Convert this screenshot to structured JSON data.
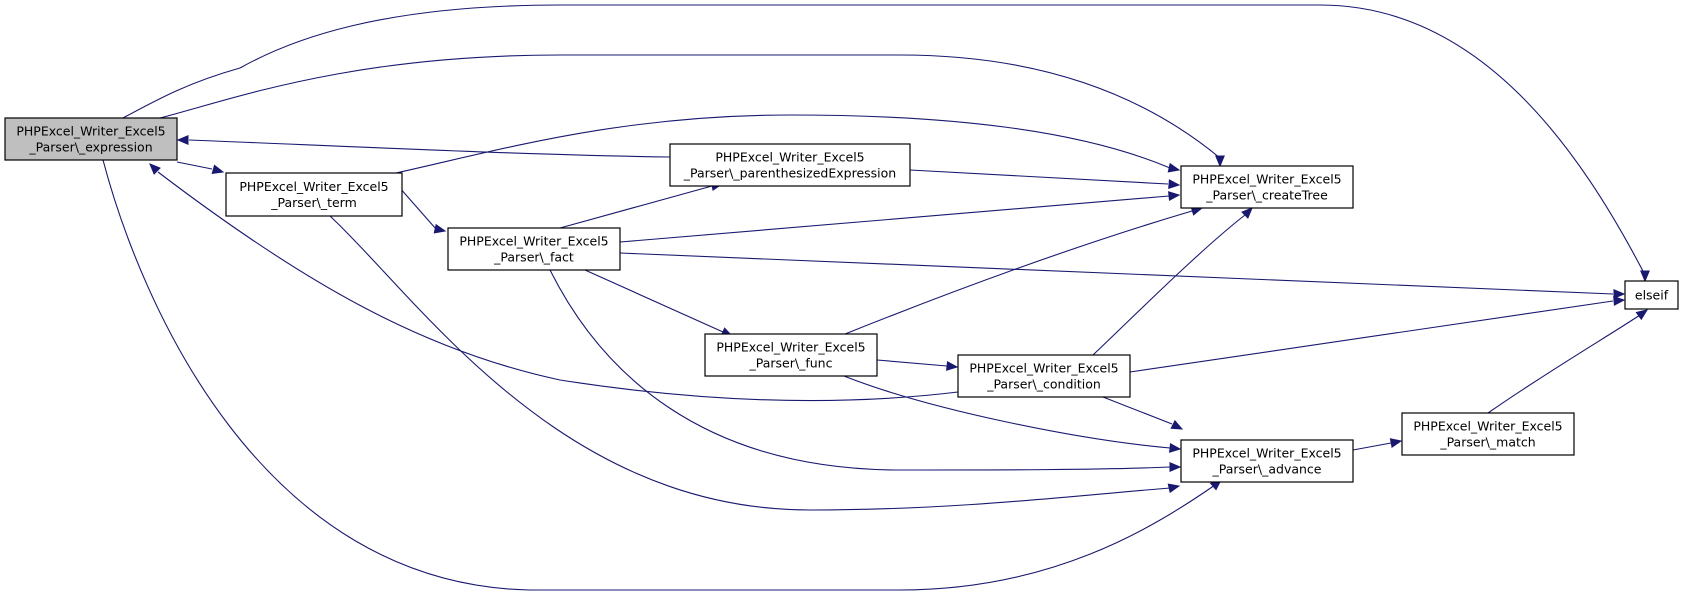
{
  "nodes": [
    {
      "id": "expression",
      "lines": [
        "PHPExcel_Writer_Excel5",
        "_Parser\\_expression"
      ],
      "highlighted": true
    },
    {
      "id": "term",
      "lines": [
        "PHPExcel_Writer_Excel5",
        "_Parser\\_term"
      ]
    },
    {
      "id": "parenthesized",
      "lines": [
        "PHPExcel_Writer_Excel5",
        "_Parser\\_parenthesizedExpression"
      ]
    },
    {
      "id": "fact",
      "lines": [
        "PHPExcel_Writer_Excel5",
        "_Parser\\_fact"
      ]
    },
    {
      "id": "createTree",
      "lines": [
        "PHPExcel_Writer_Excel5",
        "_Parser\\_createTree"
      ]
    },
    {
      "id": "func",
      "lines": [
        "PHPExcel_Writer_Excel5",
        "_Parser\\_func"
      ]
    },
    {
      "id": "condition",
      "lines": [
        "PHPExcel_Writer_Excel5",
        "_Parser\\_condition"
      ]
    },
    {
      "id": "advance",
      "lines": [
        "PHPExcel_Writer_Excel5",
        "_Parser\\_advance"
      ]
    },
    {
      "id": "match",
      "lines": [
        "PHPExcel_Writer_Excel5",
        "_Parser\\_match"
      ]
    },
    {
      "id": "elseif",
      "lines": [
        "elseif"
      ]
    }
  ],
  "edges": [
    {
      "from": "expression",
      "to": "elseif"
    },
    {
      "from": "expression",
      "to": "createTree"
    },
    {
      "from": "expression",
      "to": "term"
    },
    {
      "from": "expression",
      "to": "advance"
    },
    {
      "from": "term",
      "to": "createTree"
    },
    {
      "from": "term",
      "to": "fact"
    },
    {
      "from": "term",
      "to": "advance"
    },
    {
      "from": "parenthesized",
      "to": "expression"
    },
    {
      "from": "parenthesized",
      "to": "createTree"
    },
    {
      "from": "fact",
      "to": "parenthesized"
    },
    {
      "from": "fact",
      "to": "createTree"
    },
    {
      "from": "fact",
      "to": "elseif"
    },
    {
      "from": "fact",
      "to": "func"
    },
    {
      "from": "fact",
      "to": "advance"
    },
    {
      "from": "func",
      "to": "createTree"
    },
    {
      "from": "func",
      "to": "condition"
    },
    {
      "from": "func",
      "to": "advance"
    },
    {
      "from": "condition",
      "to": "expression"
    },
    {
      "from": "condition",
      "to": "createTree"
    },
    {
      "from": "condition",
      "to": "elseif"
    },
    {
      "from": "condition",
      "to": "advance"
    },
    {
      "from": "advance",
      "to": "match"
    },
    {
      "from": "match",
      "to": "elseif"
    }
  ]
}
